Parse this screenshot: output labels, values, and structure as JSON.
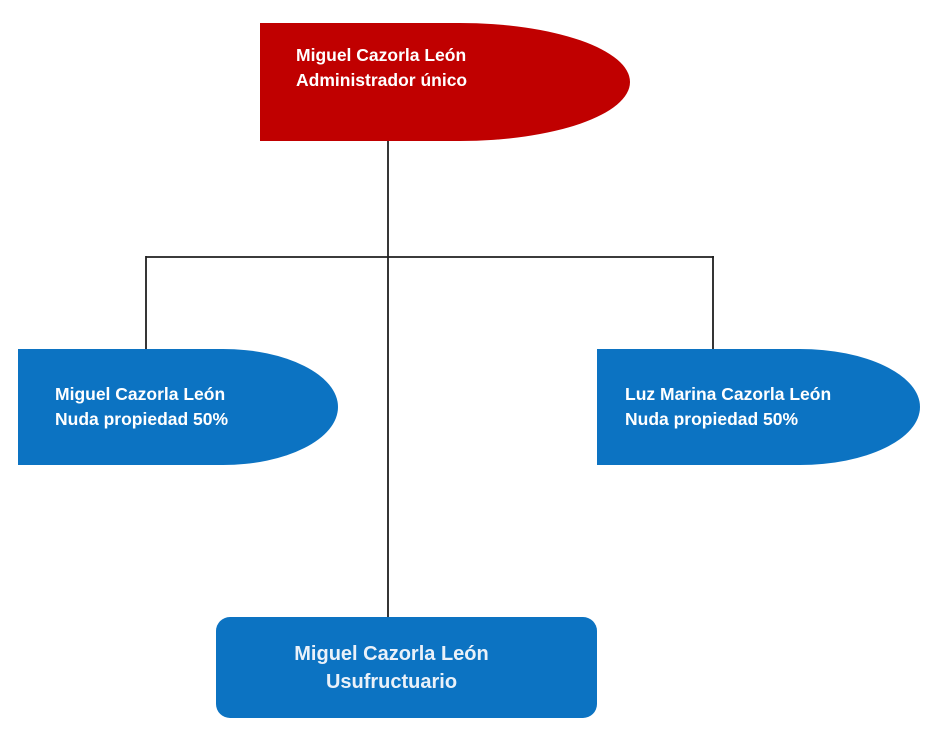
{
  "diagram": {
    "type": "org-chart",
    "background_color": "#ffffff",
    "connector_color": "#1f1f1f",
    "nodes": {
      "administrador": {
        "line1": "Miguel Cazorla León",
        "line2": "Administrador único",
        "fill": "#c00000",
        "text_color": "#ffffff",
        "shape": "pill-right-cap"
      },
      "nuda_left": {
        "line1": "Miguel Cazorla León",
        "line2": "Nuda propiedad 50%",
        "fill": "#0c73c2",
        "text_color": "#ffffff",
        "shape": "pill-right-cap"
      },
      "nuda_right": {
        "line1": "Luz Marina Cazorla León",
        "line2": "Nuda propiedad 50%",
        "fill": "#0c73c2",
        "text_color": "#ffffff",
        "shape": "pill-right-cap"
      },
      "usufructuario": {
        "line1": "Miguel Cazorla León",
        "line2": "Usufructuario",
        "fill": "#0c73c2",
        "text_color": "#eaf1f9",
        "shape": "rounded-rectangle"
      }
    },
    "edges": [
      {
        "from": "administrador",
        "to": "nuda_left"
      },
      {
        "from": "administrador",
        "to": "nuda_right"
      },
      {
        "from": "administrador",
        "to": "usufructuario"
      }
    ]
  }
}
